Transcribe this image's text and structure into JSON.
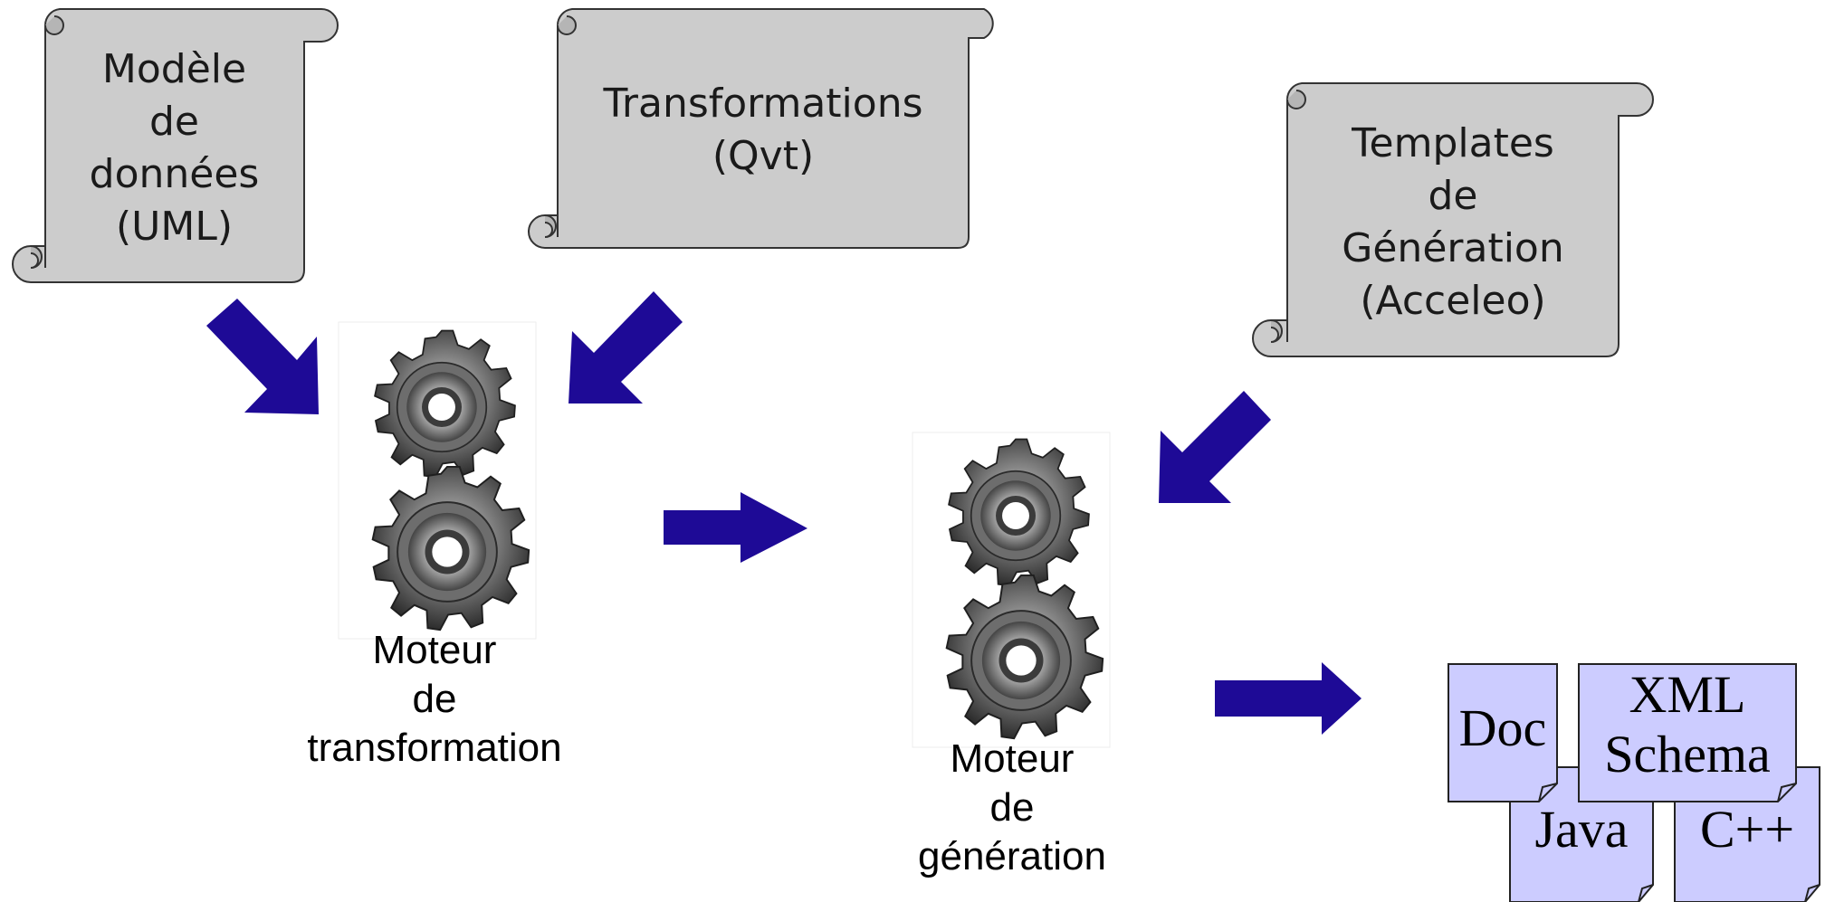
{
  "diagram": {
    "inputs": [
      {
        "id": "data-model",
        "label": "Modèle\nde\ndonnées\n(UML)"
      },
      {
        "id": "transformations",
        "label": "Transformations\n(Qvt)"
      },
      {
        "id": "templates",
        "label": "Templates\nde\nGénération\n(Acceleo)"
      }
    ],
    "engines": [
      {
        "id": "transformation-engine",
        "label": "Moteur\nde\ntransformation"
      },
      {
        "id": "generation-engine",
        "label": "Moteur\nde\ngénération"
      }
    ],
    "outputs": [
      {
        "id": "doc",
        "label": "Doc"
      },
      {
        "id": "xml-schema",
        "label": "XML\nSchema"
      },
      {
        "id": "java",
        "label": "Java"
      },
      {
        "id": "cpp",
        "label": "C++"
      }
    ]
  },
  "colors": {
    "arrow": "#1e0a96",
    "scroll_fill": "#cccccc",
    "document_fill": "#ccccff",
    "gear_metal": "#555555"
  }
}
